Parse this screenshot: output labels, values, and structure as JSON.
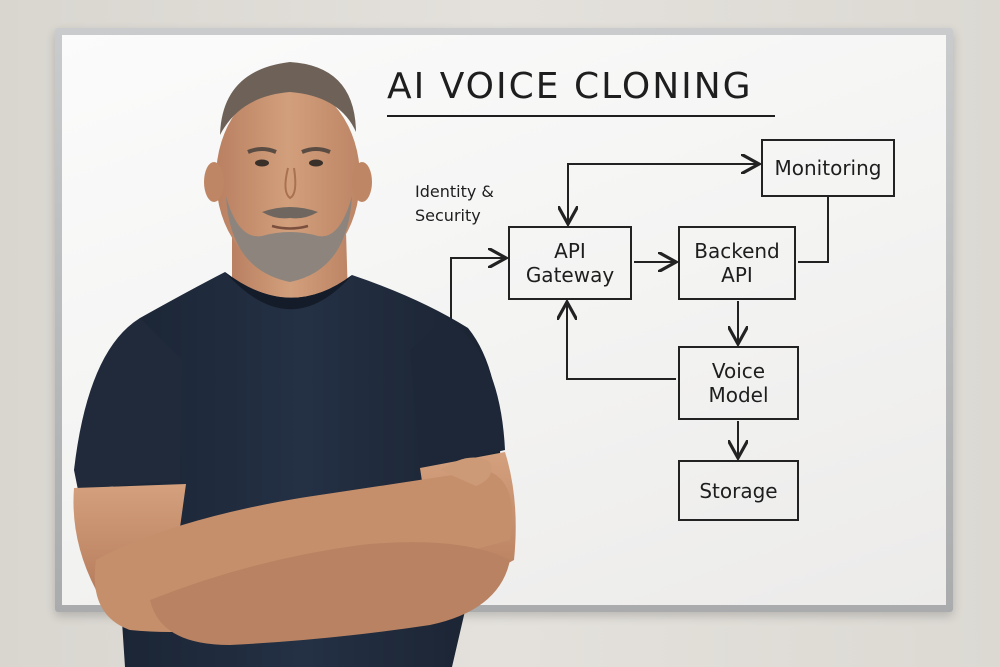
{
  "whiteboard": {
    "title": "AI VOICE CLONING",
    "note": "Identity &\nSecurity",
    "nodes": {
      "monitoring": "Monitoring",
      "gateway": "API\nGateway",
      "backend": "Backend\nAPI",
      "voice_model": "Voice\nModel",
      "storage": "Storage"
    }
  },
  "colors": {
    "wall": "#dedbd6",
    "board": "#f6f6f5",
    "frame": "#b8babc",
    "marker": "#1e1e1e",
    "shirt": "#1f2a3a",
    "skin": "#c9946f"
  }
}
